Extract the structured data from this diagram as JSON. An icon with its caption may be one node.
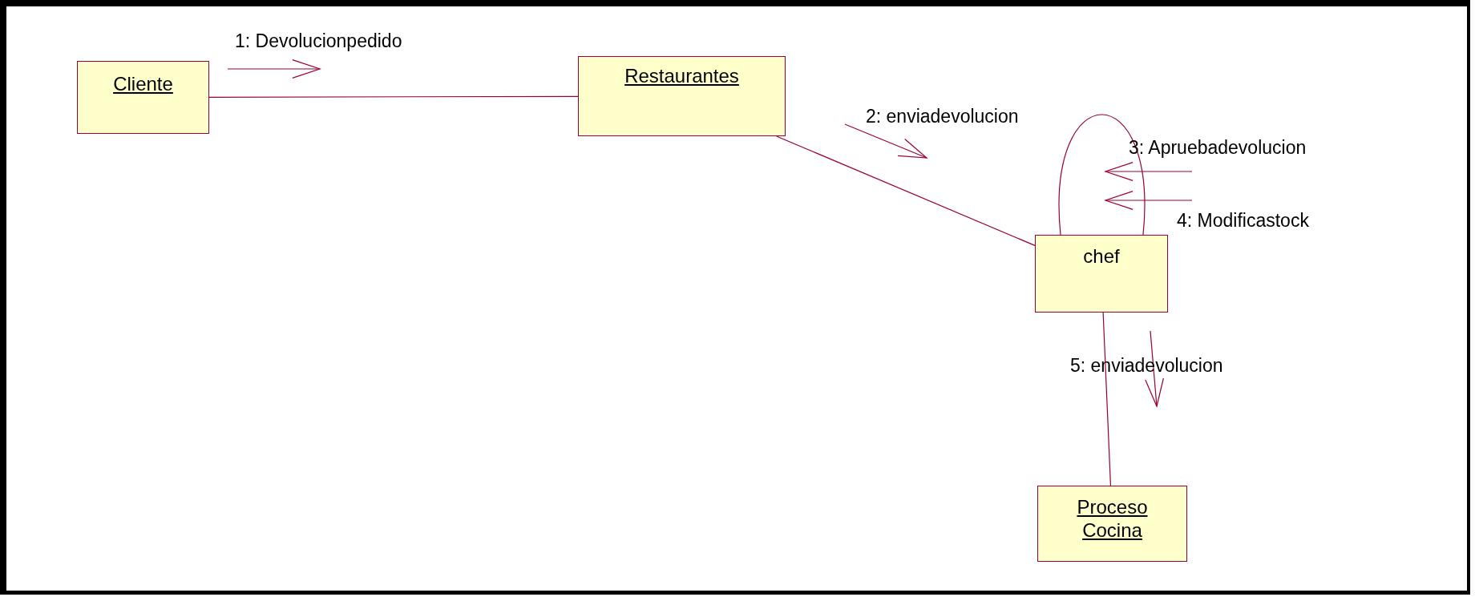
{
  "diagram": {
    "nodes": [
      {
        "text": [
          "Cliente"
        ]
      },
      {
        "text": [
          "Restaurantes"
        ]
      },
      {
        "text": [
          "chef"
        ]
      },
      {
        "text": [
          "Proceso Cocina"
        ]
      }
    ],
    "edges": [
      {
        "from": 0,
        "to": 1,
        "arrow": "none"
      },
      {
        "from": 1,
        "to": 2,
        "arrow": "none"
      },
      {
        "from": 2,
        "to": 2,
        "arrow": "none"
      },
      {
        "from": 2,
        "to": 3,
        "arrow": "none"
      }
    ],
    "labels": [
      "1: Devolucionpedido",
      "2: enviadevolucion",
      "3: Apruebadevolucion",
      "4: Modificastock",
      "5: enviadevolucion"
    ]
  }
}
